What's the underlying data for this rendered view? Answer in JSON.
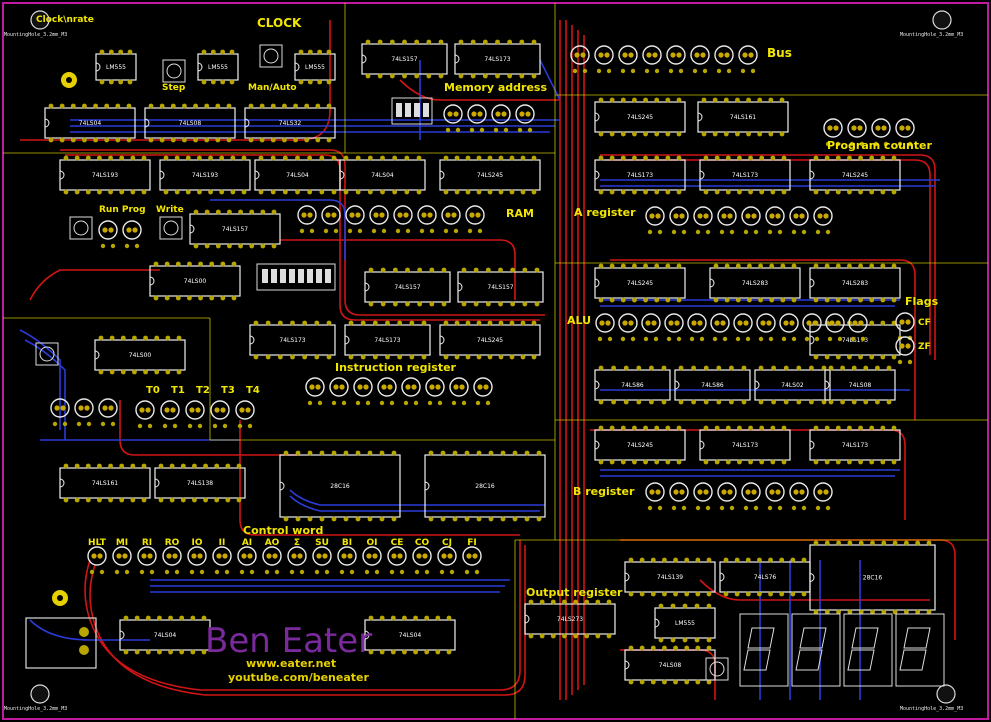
{
  "board": {
    "border_color": "#c01aa0",
    "background": "#000000",
    "trace_red": "#d11515",
    "trace_blue": "#2a3bd8",
    "silk_yellow": "#f2e600"
  },
  "mounting_holes": {
    "tl": "MountingHole_3.2mm_M3",
    "tr": "MountingHole_3.2mm_M3",
    "bl": "MountingHole_3.2mm_M3",
    "br": "MountingHole_3.2mm_M3"
  },
  "sections": {
    "clock_rate": "Clock\\nrate",
    "clock": "CLOCK",
    "step": "Step",
    "man_auto": "Man/Auto",
    "memory_address": "Memory address",
    "bus": "Bus",
    "program_counter": "Program counter",
    "ram": "RAM",
    "run_prog": "Run Prog",
    "write": "Write",
    "a_register": "A register",
    "alu": "ALU",
    "flags": "Flags",
    "cf": "CF",
    "zf": "ZF",
    "instruction_register": "Instruction register",
    "b_register": "B register",
    "control_word": "Control word",
    "output_register": "Output register"
  },
  "timing": [
    "T0",
    "T1",
    "T2",
    "T3",
    "T4"
  ],
  "control_signals": [
    "HLT",
    "MI",
    "RI",
    "RO",
    "IO",
    "II",
    "AI",
    "AO",
    "Σ",
    "SU",
    "BI",
    "OI",
    "CE",
    "CO",
    "CJ",
    "FI"
  ],
  "chips": {
    "c1": "74LS04",
    "c2": "74LS08",
    "c3": "74LS32",
    "c4": "74LS157",
    "c5": "74LS173",
    "c6": "74LS245",
    "c7": "74LS161",
    "c8": "74LS193",
    "c9": "74LS193",
    "c10": "74LS04",
    "c11": "74LS04",
    "c12": "74LS245",
    "c13": "74LS173",
    "c14": "74LS173",
    "c15": "74LS245",
    "c16": "74LS157",
    "c17": "74LS00",
    "c18": "74LS157",
    "c19": "74LS157",
    "c20": "74LS245",
    "c21": "74LS283",
    "c22": "74LS283",
    "c23": "74LS173",
    "c24": "74LS173",
    "c25": "74LS245",
    "c26": "74LS00",
    "c27": "74LS173",
    "c28": "74LS86",
    "c29": "74LS86",
    "c30": "74LS02",
    "c31": "74LS08",
    "c32": "74LS245",
    "c33": "74LS173",
    "c34": "74LS173",
    "c35": "74LS161",
    "c36": "74LS138",
    "c37": "28C16",
    "c38": "28C16",
    "c39": "74LS273",
    "c40": "LM555",
    "c41": "74LS139",
    "c42": "74LS76",
    "c43": "28C16",
    "c44": "74LS04",
    "c45": "74LS04",
    "c46": "74LS08",
    "c47": "LM555",
    "c48": "LM555",
    "c49": "LM555"
  },
  "credits": {
    "name": "Ben Eater",
    "site": "www.eater.net",
    "channel": "youtube.com/beneater"
  }
}
